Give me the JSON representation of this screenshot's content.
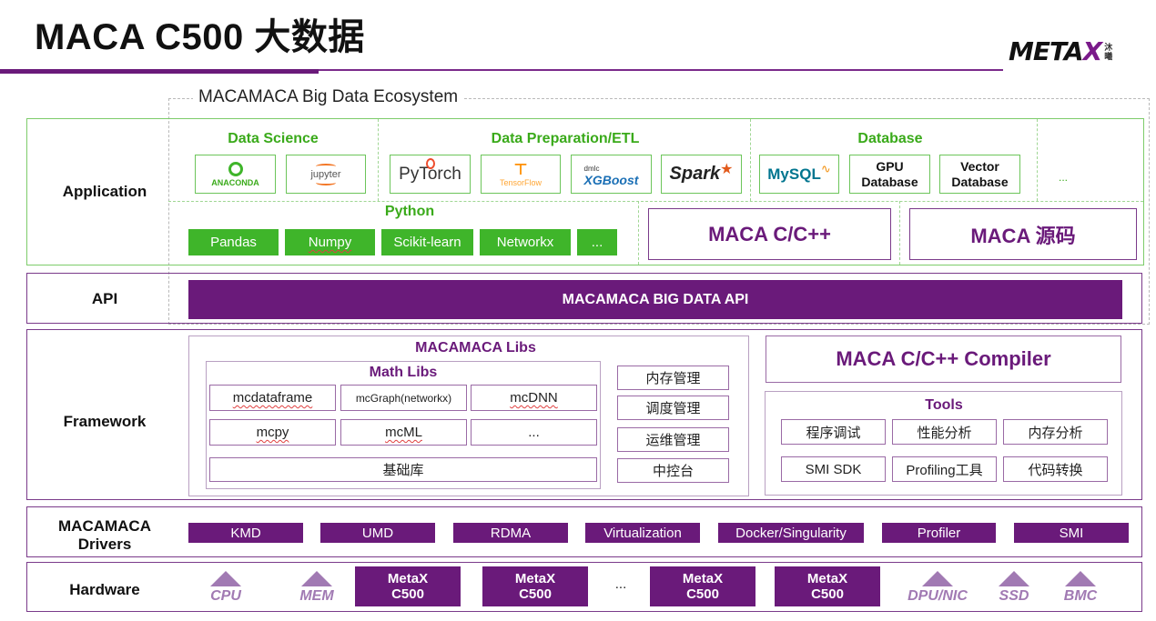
{
  "title": "MACA C500 大数据",
  "brand": {
    "logo_main": "ME",
    "logo_t": "TA",
    "logo_x": "X",
    "logo_cn_1": "沐",
    "logo_cn_2": "曦"
  },
  "ecosystem_title": "MACAMACA Big Data Ecosystem",
  "layers": {
    "application": "Application",
    "api": "API",
    "framework": "Framework",
    "drivers_1": "MACAMACA",
    "drivers_2": "Drivers",
    "hardware": "Hardware"
  },
  "application": {
    "data_science": {
      "title": "Data Science",
      "items": [
        "ANACONDA",
        "jupyter"
      ]
    },
    "etl": {
      "title": "Data Preparation/ETL",
      "items": [
        "PyTorch",
        "TensorFlow",
        "dmlc",
        "XGBoost",
        "Spark"
      ]
    },
    "database": {
      "title": "Database",
      "items": [
        "MySQL",
        "GPU",
        "Database",
        "Vector",
        "Database"
      ]
    },
    "extra": "...",
    "python": {
      "title": "Python",
      "items": [
        "Pandas",
        "Numpy",
        "Scikit-learn",
        "Networkx",
        "..."
      ]
    },
    "maca_cpp": "MACA C/C++",
    "maca_source": "MACA 源码"
  },
  "api_bar": "MACAMACA BIG DATA API",
  "framework": {
    "libs_title": "MACAMACA Libs",
    "math_title": "Math Libs",
    "math_items": [
      "mcdataframe",
      "mcGraph(networkx)",
      "mcDNN",
      "mcpy",
      "mcML",
      "..."
    ],
    "base_lib": "基础库",
    "mgmt": [
      "内存管理",
      "调度管理",
      "运维管理",
      "中控台"
    ],
    "compiler": "MACA C/C++ Compiler",
    "tools_title": "Tools",
    "tools": [
      "程序调试",
      "性能分析",
      "内存分析",
      "SMI SDK",
      "Profiling工具",
      "代码转换"
    ]
  },
  "drivers": [
    "KMD",
    "UMD",
    "RDMA",
    "Virtualization",
    "Docker/Singularity",
    "Profiler",
    "SMI"
  ],
  "hardware": {
    "left": [
      "CPU",
      "MEM"
    ],
    "gpus": [
      {
        "l1": "MetaX",
        "l2": "C500"
      },
      {
        "l1": "MetaX",
        "l2": "C500"
      },
      {
        "l1": "MetaX",
        "l2": "C500"
      },
      {
        "l1": "MetaX",
        "l2": "C500"
      }
    ],
    "ellipsis": "...",
    "right": [
      "DPU/NIC",
      "SSD",
      "BMC"
    ]
  },
  "colors": {
    "purple": "#6a1a7a",
    "green": "#3fb52a",
    "light_purple": "#a17ab3"
  }
}
